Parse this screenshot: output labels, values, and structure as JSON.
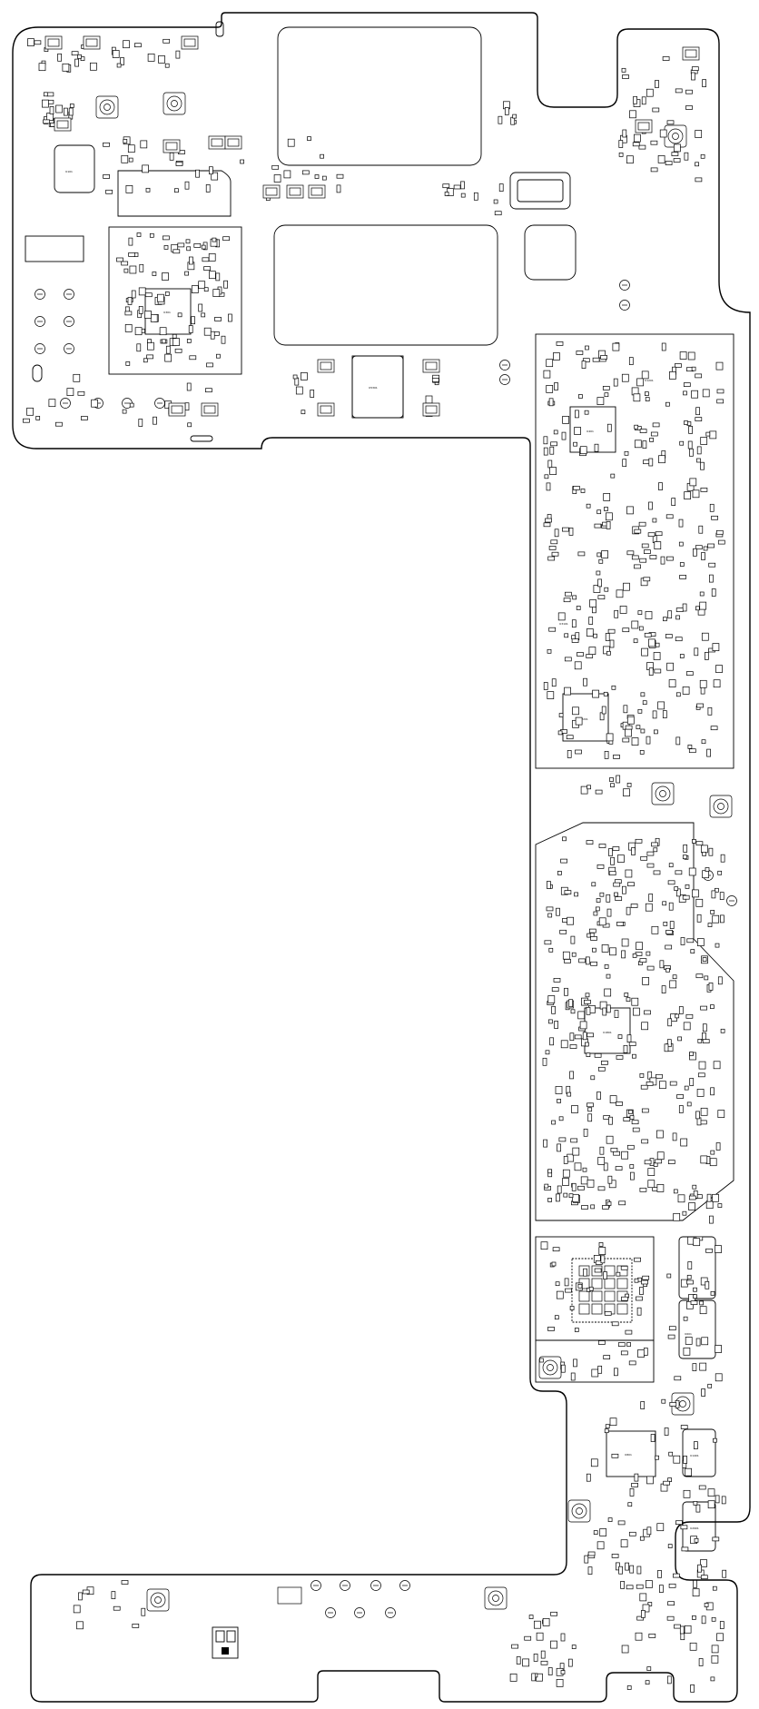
{
  "diagram": {
    "kind": "pcb-component-placement",
    "ic_labels": [
      "U301",
      "U401",
      "U2201",
      "U1801",
      "U801",
      "U5301",
      "U101",
      "U601",
      "U1401",
      "U2901",
      "U3101",
      "U1201"
    ]
  },
  "style": {
    "stroke": "#000000",
    "background": "#ffffff"
  }
}
